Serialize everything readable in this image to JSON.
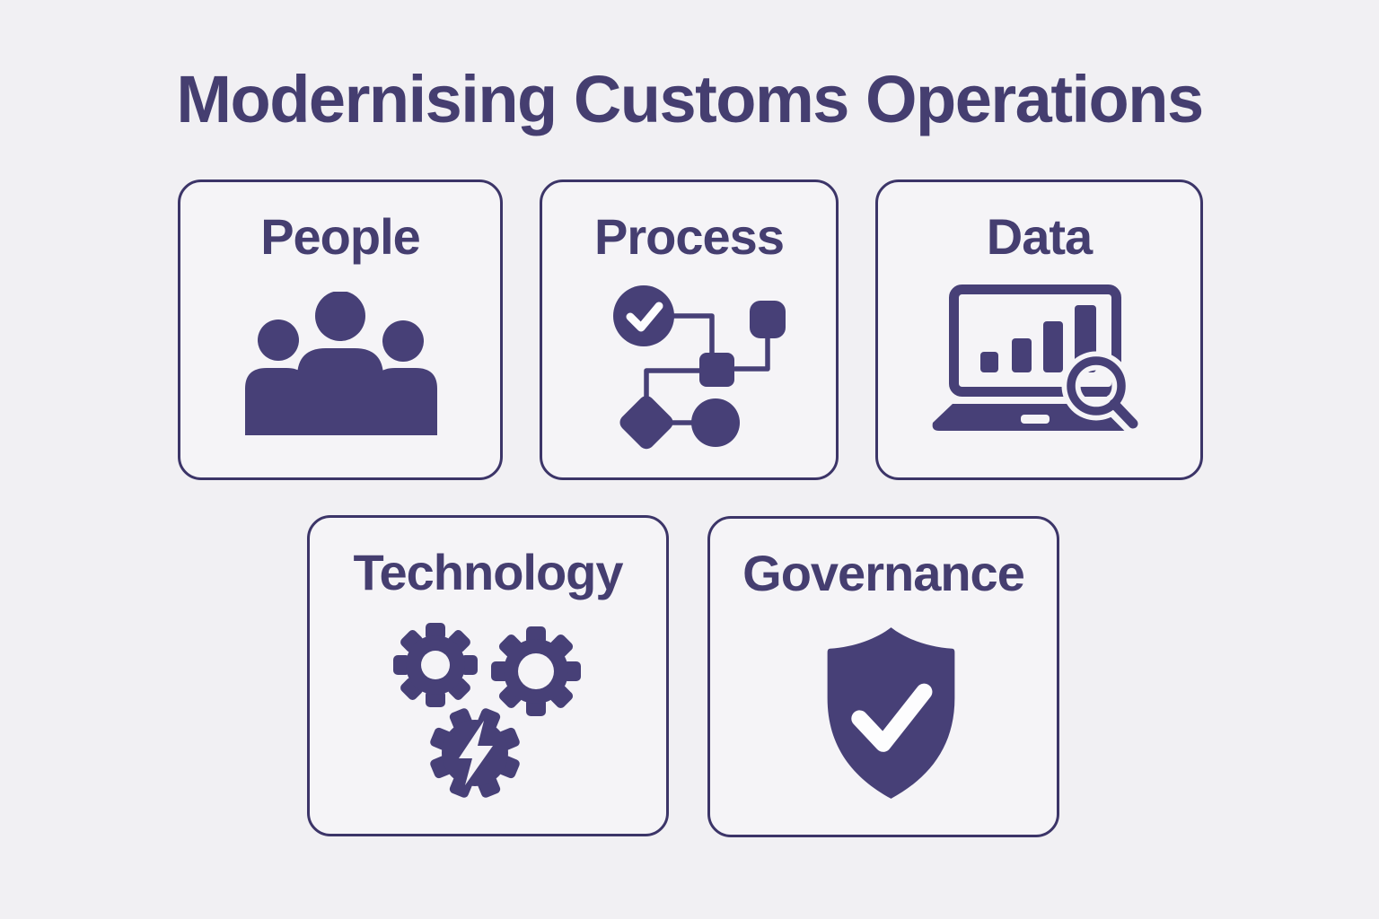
{
  "title": "Modernising Customs Operations",
  "cards": [
    {
      "label": "People",
      "icon": "people-group-icon"
    },
    {
      "label": "Process",
      "icon": "flowchart-check-icon"
    },
    {
      "label": "Data",
      "icon": "laptop-analytics-search-icon"
    },
    {
      "label": "Technology",
      "icon": "gears-lightning-icon"
    },
    {
      "label": "Governance",
      "icon": "shield-check-icon"
    }
  ],
  "colors": {
    "background": "#f1f0f3",
    "card_background": "#f5f4f7",
    "primary_purple": "#474077",
    "text_purple": "#453e70",
    "card_border": "#3c3568"
  }
}
